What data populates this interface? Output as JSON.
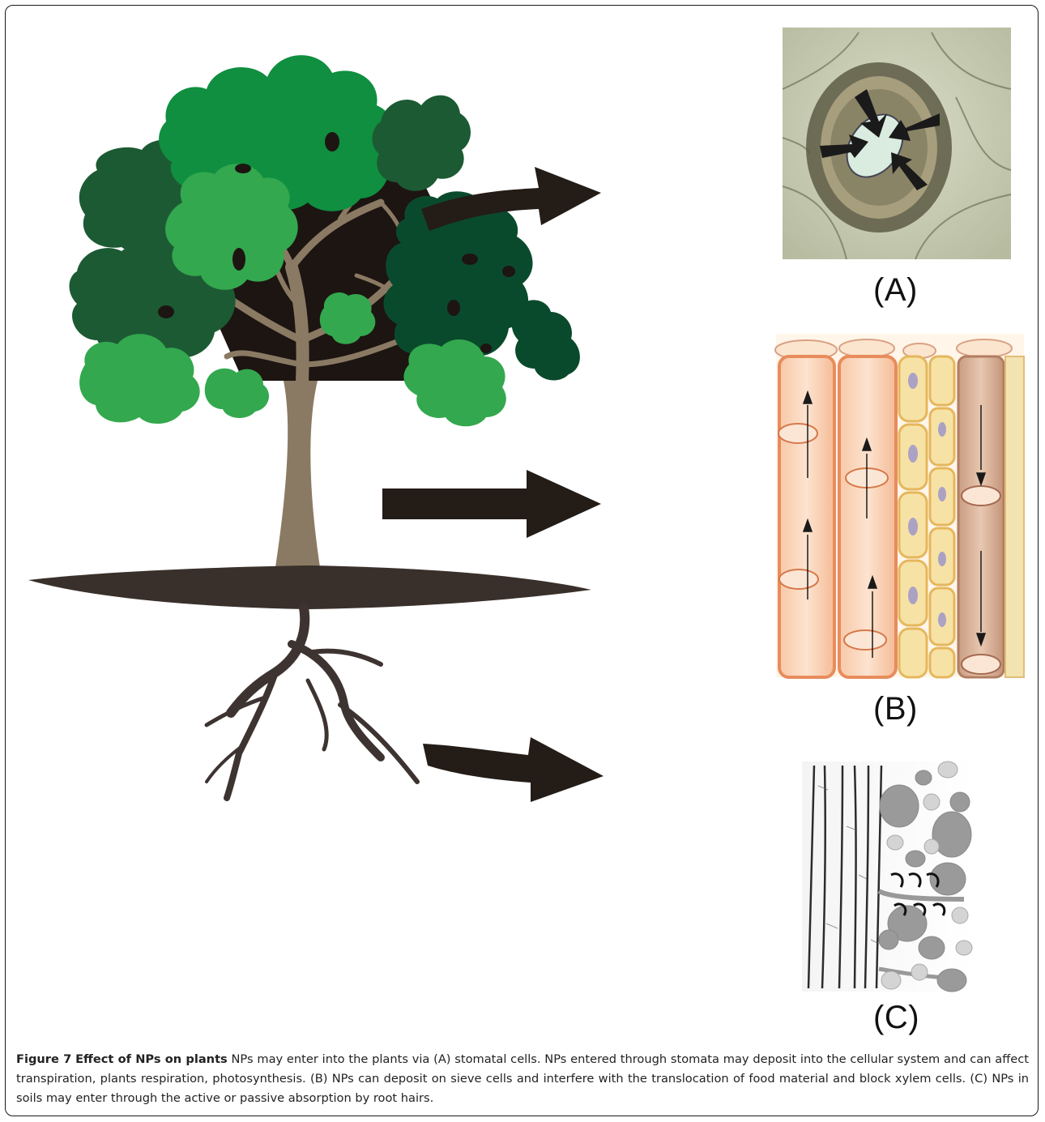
{
  "panels": {
    "a_label": "(A)",
    "b_label": "(B)",
    "c_label": "(C)"
  },
  "caption": {
    "figure_number": "Figure 7",
    "title": "Effect of NPs on plants",
    "body": "NPs may enter into the plants via (A) stomatal cells. NPs entered through stomata may deposit into the cellular system and can affect transpiration, plants respiration, photosynthesis. (B) NPs can deposit on sieve cells and interfere with the translocation of food material and block xylem cells. (C) NPs in soils may enter through the active or passive absorption by root hairs."
  },
  "colors": {
    "frame": "#1a1a1a",
    "arrow": "#231c17",
    "trunk": "#8b7a63",
    "soil": "#3a302b",
    "roots": "#3d3431",
    "foliage_dark": "#1c5a34",
    "foliage_mid": "#0f8f3f",
    "foliage_light": "#33a84e",
    "xylem": "#f2b48f",
    "phloem": "#f3e2a8"
  },
  "icons": [
    "tree-illustration",
    "stomata-micrograph",
    "vascular-tissue-diagram",
    "root-hair-micrograph"
  ]
}
